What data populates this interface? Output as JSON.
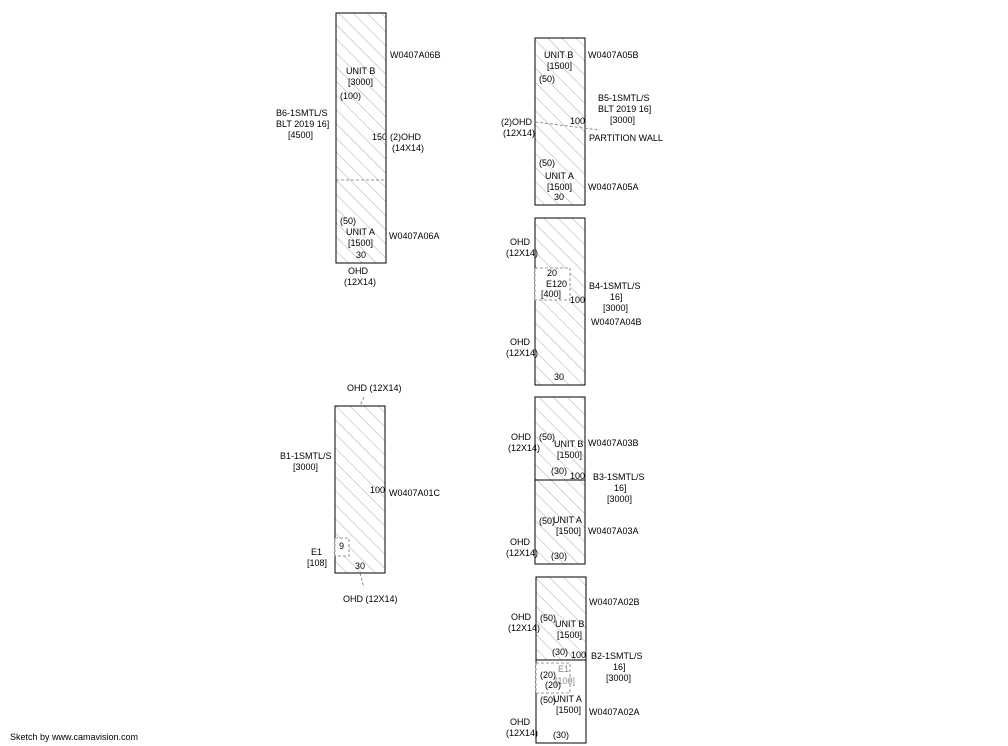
{
  "footer": {
    "credit": "Sketch by www.camavision.com"
  },
  "b6": {
    "unit_b": "UNIT B",
    "unit_b_area": "[3000]",
    "dim_100": "(100)",
    "bldg_1": "B6-1SMTL/S",
    "bldg_2": "BLT 2019 16]",
    "bldg_3": "[4500]",
    "dim_150": "150",
    "ohd_1": "(2)OHD",
    "ohd_2": "(14X14)",
    "id_b": "W0407A06B",
    "dim_50": "(50)",
    "unit_a": "UNIT A",
    "unit_a_area": "[1500]",
    "dim_30": "30",
    "id_a": "W0407A06A",
    "ohd_bottom_1": "OHD",
    "ohd_bottom_2": "(12X14)"
  },
  "b5": {
    "unit_b": "UNIT B",
    "unit_b_area": "[1500]",
    "dim_50": "(50)",
    "id_b": "W0407A05B",
    "bldg_1": "B5-1SMTL/S",
    "bldg_2": "BLT 2019 16]",
    "bldg_3": "[3000]",
    "ohd_1": "(2)OHD",
    "ohd_2": "(12X14)",
    "dim_100": "100",
    "partition": "PARTITION WALL",
    "dim_50b": "(50)",
    "unit_a": "UNIT A",
    "unit_a_area": "[1500]",
    "dim_30": "30",
    "id_a": "W0407A05A"
  },
  "b4": {
    "ohd_top_1": "OHD",
    "ohd_top_2": "(12X14)",
    "dim_20": "20",
    "e_label": "E120",
    "e_area": "[400]",
    "dim_100": "100",
    "bldg_1": "B4-1SMTL/S",
    "bldg_2": "16]",
    "bldg_3": "[3000]",
    "id": "W0407A04B",
    "ohd_bot_1": "OHD",
    "ohd_bot_2": "(12X14)",
    "dim_30": "30"
  },
  "b1": {
    "ohd_top": "OHD (12X14)",
    "bldg_1": "B1-1SMTL/S",
    "bldg_2": "[3000]",
    "dim_100": "100",
    "id": "W0407A01C",
    "dim_9": "9",
    "e_label": "E1",
    "e_area": "[108]",
    "dim_30": "30",
    "ohd_bottom": "OHD (12X14)"
  },
  "b3": {
    "ohd_top_1": "OHD",
    "ohd_top_2": "(12X14)",
    "dim_50": "(50)",
    "unit_b": "UNIT B",
    "unit_b_area": "[1500]",
    "id_b": "W0407A03B",
    "dim_30": "(30)",
    "dim_100": "100",
    "bldg_1": "B3-1SMTL/S",
    "bldg_2": "16]",
    "bldg_3": "[3000]",
    "dim_50b": "(50)",
    "unit_a": "UNIT A",
    "unit_a_area": "[1500]",
    "id_a": "W0407A03A",
    "ohd_bot_1": "OHD",
    "ohd_bot_2": "(12X14)",
    "dim_30b": "(30)"
  },
  "b2": {
    "ohd_top_1": "OHD",
    "ohd_top_2": "(12X14)",
    "dim_50": "(50)",
    "unit_b": "UNIT B",
    "unit_b_area": "[1500]",
    "id_b": "W0407A02B",
    "dim_30": "(30)",
    "dim_100": "100",
    "bldg_1": "B2-1SMTL/S",
    "bldg_2": "16]",
    "bldg_3": "[3000]",
    "e_label": "E1",
    "e_area": "[100]",
    "dim_20a": "(20)",
    "dim_20b": "(20)",
    "dim_50b": "(50)",
    "unit_a": "UNIT A",
    "unit_a_area": "[1500]",
    "id_a": "W0407A02A",
    "ohd_bot_1": "OHD",
    "ohd_bot_2": "(12X14)",
    "dim_30b": "(30)"
  }
}
